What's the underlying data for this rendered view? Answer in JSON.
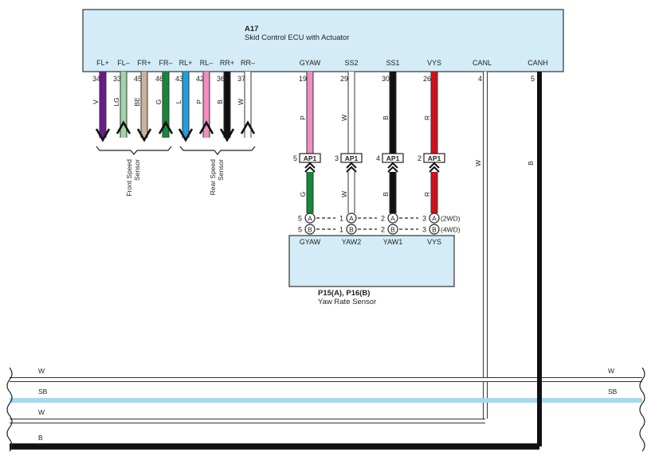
{
  "ecu": {
    "code": "A17",
    "name": "Skid Control ECU with Actuator",
    "pins": [
      {
        "name": "FL+",
        "num": "34",
        "color": "V",
        "hex": "#6a1b8a",
        "dir": "down"
      },
      {
        "name": "FL–",
        "num": "33",
        "color": "LG",
        "hex": "#9fd4a6",
        "dir": "up"
      },
      {
        "name": "FR+",
        "num": "45",
        "color": "BE",
        "hex": "#c9b29a",
        "dir": "down"
      },
      {
        "name": "FR–",
        "num": "46",
        "color": "G",
        "hex": "#138a3a",
        "dir": "up"
      },
      {
        "name": "RL+",
        "num": "43",
        "color": "L",
        "hex": "#1aa0e0",
        "dir": "down"
      },
      {
        "name": "RL–",
        "num": "42",
        "color": "P",
        "hex": "#ee8fbf",
        "dir": "up"
      },
      {
        "name": "RR+",
        "num": "36",
        "color": "B",
        "hex": "#111111",
        "dir": "down"
      },
      {
        "name": "RR–",
        "num": "37",
        "color": "W",
        "hex": "#ffffff",
        "dir": "up"
      }
    ],
    "signals": [
      {
        "name": "GYAW",
        "num": "19",
        "color_top": "P",
        "hex_top": "#ee8fbf",
        "conn_pin": "5",
        "conn": "AP1",
        "color_bot": "G",
        "hex_bot": "#138a3a",
        "a_pin": "5",
        "b_pin": "5",
        "sensor_pin": "GYAW"
      },
      {
        "name": "SS2",
        "num": "29",
        "color_top": "W",
        "hex_top": "#ffffff",
        "conn_pin": "3",
        "conn": "AP1",
        "color_bot": "W",
        "hex_bot": "#ffffff",
        "a_pin": "1",
        "b_pin": "1",
        "sensor_pin": "YAW2"
      },
      {
        "name": "SS1",
        "num": "30",
        "color_top": "B",
        "hex_top": "#111111",
        "conn_pin": "4",
        "conn": "AP1",
        "color_bot": "B",
        "hex_bot": "#111111",
        "a_pin": "2",
        "b_pin": "2",
        "sensor_pin": "YAW1"
      },
      {
        "name": "VYS",
        "num": "26",
        "color_top": "R",
        "hex_top": "#d0101e",
        "conn_pin": "2",
        "conn": "AP1",
        "color_bot": "R",
        "hex_bot": "#d0101e",
        "a_pin": "3",
        "b_pin": "3",
        "sensor_pin": "VYS"
      }
    ],
    "can": [
      {
        "name": "CANL",
        "num": "4",
        "color": "W"
      },
      {
        "name": "CANH",
        "num": "5",
        "color": "B"
      }
    ]
  },
  "groups": {
    "front": [
      "Front Speed",
      "Sensor"
    ],
    "rear": [
      "Rear Speed",
      "Sensor"
    ]
  },
  "sensor": {
    "code": "P15(A), P16(B)",
    "name": "Yaw Rate Sensor",
    "conn_a": "A",
    "conn_b": "B",
    "mode_a": "(2WD)",
    "mode_b": "(4WD)"
  },
  "bus": [
    {
      "color": "W",
      "hex": "#ffffff"
    },
    {
      "color": "SB",
      "hex": "#a8d8f0"
    },
    {
      "color": "W",
      "hex": "#ffffff"
    },
    {
      "color": "B",
      "hex": "#111111"
    }
  ],
  "colors": {
    "ecu_fill": "#d3ecf7",
    "outline": "#333333"
  }
}
